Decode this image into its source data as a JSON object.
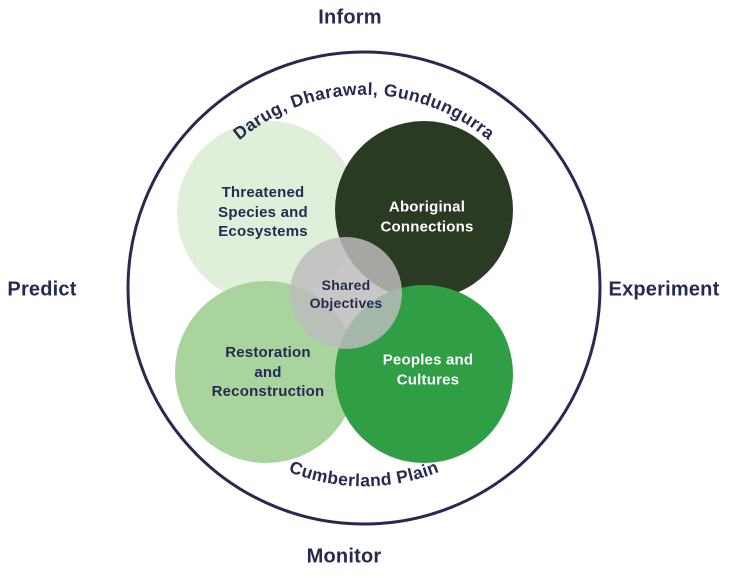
{
  "diagram": {
    "outer_labels": {
      "top": "Inform",
      "right": "Experiment",
      "bottom": "Monitor",
      "left": "Predict"
    },
    "arc_labels": {
      "top": "Darug, Dharawal, Gundungurra",
      "bottom": "Cumberland Plain"
    },
    "circles": {
      "threatened": {
        "label": "Threatened\nSpecies and\nEcosystems",
        "color": "#e0efd9"
      },
      "aboriginal": {
        "label": "Aboriginal\nConnections",
        "color": "#2b3a22"
      },
      "restoration": {
        "label": "Restoration\nand\nReconstruction",
        "color": "#a9d49e"
      },
      "peoples": {
        "label": "Peoples and\nCultures",
        "color": "#2f9e44"
      },
      "shared": {
        "label": "Shared\nObjectives",
        "color": "#bcbcbc"
      }
    },
    "colors": {
      "outline": "#262a52",
      "text_dark": "#262a52",
      "text_light": "#ffffff"
    }
  }
}
